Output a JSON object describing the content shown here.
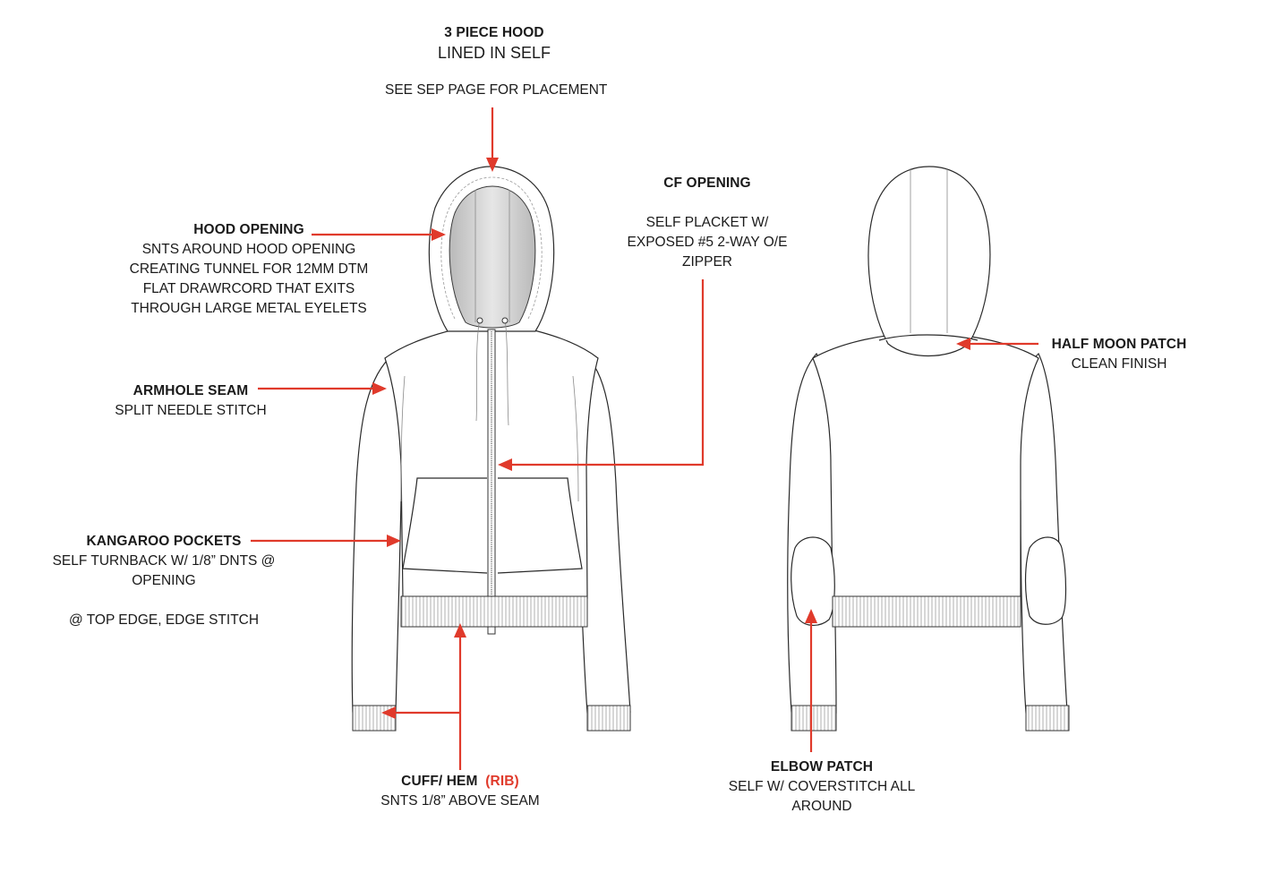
{
  "hood": {
    "title": "3 PIECE HOOD",
    "subtitle": "LINED IN SELF",
    "note": "SEE SEP PAGE FOR PLACEMENT"
  },
  "hood_opening": {
    "title": "HOOD OPENING",
    "lines": [
      "SNTS AROUND HOOD OPENING",
      "CREATING TUNNEL FOR 12MM DTM",
      "FLAT DRAWRCORD THAT EXITS",
      "THROUGH LARGE METAL EYELETS"
    ]
  },
  "armhole_seam": {
    "title": "ARMHOLE SEAM",
    "lines": [
      "SPLIT NEEDLE STITCH"
    ]
  },
  "kangaroo_pockets": {
    "title": "KANGAROO POCKETS",
    "lines": [
      "SELF TURNBACK W/ 1/8” DNTS @",
      "OPENING"
    ],
    "note": "@ TOP EDGE, EDGE STITCH"
  },
  "cf_opening": {
    "title": "CF OPENING",
    "lines": [
      "SELF PLACKET W/",
      "EXPOSED #5 2-WAY O/E",
      "ZIPPER"
    ]
  },
  "cuff_hem": {
    "title": "CUFF/ HEM",
    "title_accent": "(RIB)",
    "lines": [
      "SNTS 1/8” ABOVE SEAM"
    ]
  },
  "half_moon_patch": {
    "title": "HALF MOON PATCH",
    "lines": [
      "CLEAN FINISH"
    ]
  },
  "elbow_patch": {
    "title": "ELBOW PATCH",
    "lines": [
      "SELF W/ COVERSTITCH ALL",
      "AROUND"
    ]
  },
  "colors": {
    "callout_arrow": "#e03a2b",
    "sketch_line": "#2a2a2a",
    "hood_lining": "#c8c8c8"
  }
}
